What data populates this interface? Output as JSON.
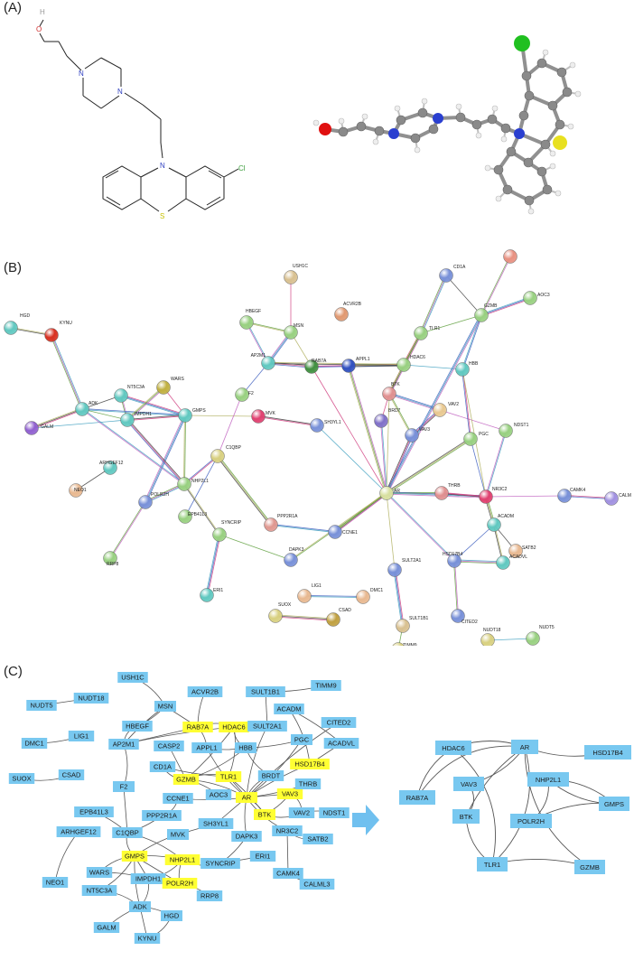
{
  "panels": {
    "a": {
      "label": "(A)",
      "atoms": {
        "hydroxyl_h": "H",
        "oxygen": "O",
        "nitrogen1": "N",
        "nitrogen2": "N",
        "ring_nitrogen": "N",
        "chlorine": "Cl",
        "sulfur": "S"
      },
      "colors": {
        "carbon": "#8a8a8a",
        "hydrogen": "#eeeeee",
        "nitrogen": "#2a3fd0",
        "oxygen": "#e01010",
        "sulfur": "#e8e020",
        "chlorine": "#20c020",
        "ring_n_label": "#3040c0",
        "cl_label": "#40a040",
        "s_label": "#c8c000",
        "o_label": "#d03030"
      }
    },
    "b": {
      "label": "(B)",
      "nodes": [
        {
          "id": "USH1C",
          "label": "USH1C",
          "color": "#d8c090"
        },
        {
          "id": "CASP2",
          "label": "CASP2",
          "color": "#e89080"
        },
        {
          "id": "CD1A",
          "label": "CD1A",
          "color": "#7890d8"
        },
        {
          "id": "HBEGF",
          "label": "HBEGF",
          "color": "#98d080"
        },
        {
          "id": "ACVR2B",
          "label": "ACVR2B",
          "color": "#e09870"
        },
        {
          "id": "MSN",
          "label": "MSN",
          "color": "#98d080"
        },
        {
          "id": "AOC3",
          "label": "AOC3",
          "color": "#98d080"
        },
        {
          "id": "GZMB",
          "label": "GZMB",
          "color": "#98d080"
        },
        {
          "id": "HGD",
          "label": "HGD",
          "color": "#60c8c0"
        },
        {
          "id": "KYNU",
          "label": "KYNU",
          "color": "#d83020"
        },
        {
          "id": "TLR1",
          "label": "TLR1",
          "color": "#98d080"
        },
        {
          "id": "AP2M1",
          "label": "AP2M1",
          "color": "#60c8c0"
        },
        {
          "id": "RAB7A",
          "label": "RAB7A",
          "color": "#409040"
        },
        {
          "id": "APPL1",
          "label": "APPL1",
          "color": "#3050c0"
        },
        {
          "id": "HDAC6",
          "label": "HDAC6",
          "color": "#98d080"
        },
        {
          "id": "HBB",
          "label": "HBB",
          "color": "#60c8c0"
        },
        {
          "id": "NT5C3A",
          "label": "NT5C3A",
          "color": "#60c8c0"
        },
        {
          "id": "WARS",
          "label": "WARS",
          "color": "#c0b040"
        },
        {
          "id": "BTK",
          "label": "BTK",
          "color": "#e09090"
        },
        {
          "id": "ADK",
          "label": "ADK",
          "color": "#60c8c0"
        },
        {
          "id": "F2",
          "label": "F2",
          "color": "#98d080"
        },
        {
          "id": "BRD7",
          "label": "BRD7",
          "color": "#8070c8"
        },
        {
          "id": "VAV2",
          "label": "VAV2",
          "color": "#e8c890"
        },
        {
          "id": "GALM",
          "label": "GALM",
          "color": "#9060d0"
        },
        {
          "id": "IMPDH1",
          "label": "IMPDH1",
          "color": "#60c8c0"
        },
        {
          "id": "GMPS",
          "label": "GMPS",
          "color": "#60c8c0"
        },
        {
          "id": "MVK",
          "label": "MVK",
          "color": "#e04070"
        },
        {
          "id": "SH3YL1",
          "label": "SH3YL1",
          "color": "#7890d8"
        },
        {
          "id": "NDST1",
          "label": "NDST1",
          "color": "#98d080"
        },
        {
          "id": "VAV3",
          "label": "VAV3",
          "color": "#7890d8"
        },
        {
          "id": "PGC",
          "label": "PGC",
          "color": "#98d080"
        },
        {
          "id": "C1QBP",
          "label": "C1QBP",
          "color": "#d8d080"
        },
        {
          "id": "ARHGEF12",
          "label": "ARHGEF12",
          "color": "#60c8c0"
        },
        {
          "id": "NHP2L1",
          "label": "NHP2L1",
          "color": "#98d080"
        },
        {
          "id": "NEO1",
          "label": "NEO1",
          "color": "#e8b890"
        },
        {
          "id": "POLR2H",
          "label": "POLR2H",
          "color": "#7890d8"
        },
        {
          "id": "EPB41L3",
          "label": "EPB41L3",
          "color": "#98d080"
        },
        {
          "id": "PPP2R1A",
          "label": "PPP2R1A",
          "color": "#e09890"
        },
        {
          "id": "AR",
          "label": "AR",
          "color": "#d8e0a0"
        },
        {
          "id": "THRB",
          "label": "THRB",
          "color": "#e09090"
        },
        {
          "id": "NR3C2",
          "label": "NR3C2",
          "color": "#e04070"
        },
        {
          "id": "CAMK4",
          "label": "CAMK4",
          "color": "#7890d8"
        },
        {
          "id": "CALM",
          "label": "CALM",
          "color": "#a090e0"
        },
        {
          "id": "ACADM",
          "label": "ACADM",
          "color": "#60c8c0"
        },
        {
          "id": "SATB2",
          "label": "SATB2",
          "color": "#e8b890"
        },
        {
          "id": "SYNCRIP",
          "label": "SYNCRIP",
          "color": "#98d080"
        },
        {
          "id": "CCNE1",
          "label": "CCNE1",
          "color": "#7890d8"
        },
        {
          "id": "DAPK3",
          "label": "DAPK3",
          "color": "#7890d8"
        },
        {
          "id": "RRP8",
          "label": "RRP8",
          "color": "#98d080"
        },
        {
          "id": "HSD17B4",
          "label": "HSD17B4",
          "color": "#7890d8"
        },
        {
          "id": "ACADVL",
          "label": "ACADVL",
          "color": "#60c8c0"
        },
        {
          "id": "SULT2A1",
          "label": "SULT2A1",
          "color": "#7890d8"
        },
        {
          "id": "LIG1",
          "label": "LIG1",
          "color": "#e8b890"
        },
        {
          "id": "DMC1",
          "label": "DMC1",
          "color": "#e8b890"
        },
        {
          "id": "ERI1",
          "label": "ERI1",
          "color": "#60c8c0"
        },
        {
          "id": "SULT1B1",
          "label": "SULT1B1",
          "color": "#d8c090"
        },
        {
          "id": "CITED2",
          "label": "CITED2",
          "color": "#7890d8"
        },
        {
          "id": "SUOX",
          "label": "SUOX",
          "color": "#d8d080"
        },
        {
          "id": "CSAD",
          "label": "CSAD",
          "color": "#c0a040"
        },
        {
          "id": "NUDT18",
          "label": "NUDT18",
          "color": "#d8d080"
        },
        {
          "id": "NUDT5",
          "label": "NUDT5",
          "color": "#98d080"
        },
        {
          "id": "TIMM9",
          "label": "TIMM9",
          "color": "#d8d080"
        }
      ]
    },
    "c": {
      "label": "(C)",
      "colors": {
        "node": "#78c8f0",
        "hub": "#ffff33",
        "edge": "#555555",
        "arrow": "#70c0ef"
      },
      "nodes": [
        {
          "id": "USH1C",
          "label": "USH1C",
          "hub": false
        },
        {
          "id": "ACVR2B",
          "label": "ACVR2B",
          "hub": false
        },
        {
          "id": "SULT1B1",
          "label": "SULT1B1",
          "hub": false
        },
        {
          "id": "TIMM9",
          "label": "TIMM9",
          "hub": false
        },
        {
          "id": "NUDT5",
          "label": "NUDT5",
          "hub": false
        },
        {
          "id": "NUDT18",
          "label": "NUDT18",
          "hub": false
        },
        {
          "id": "MSN",
          "label": "MSN",
          "hub": false
        },
        {
          "id": "HBEGF",
          "label": "HBEGF",
          "hub": false
        },
        {
          "id": "RAB7A",
          "label": "RAB7A",
          "hub": true
        },
        {
          "id": "HDAC6",
          "label": "HDAC6",
          "hub": true
        },
        {
          "id": "SULT2A1",
          "label": "SULT2A1",
          "hub": false
        },
        {
          "id": "ACADM",
          "label": "ACADM",
          "hub": false
        },
        {
          "id": "CITED2",
          "label": "CITED2",
          "hub": false
        },
        {
          "id": "DMC1",
          "label": "DMC1",
          "hub": false
        },
        {
          "id": "LIG1",
          "label": "LIG1",
          "hub": false
        },
        {
          "id": "AP2M1",
          "label": "AP2M1",
          "hub": false
        },
        {
          "id": "CASP2",
          "label": "CASP2",
          "hub": false
        },
        {
          "id": "APPL1",
          "label": "APPL1",
          "hub": false
        },
        {
          "id": "HBB",
          "label": "HBB",
          "hub": false
        },
        {
          "id": "PGC",
          "label": "PGC",
          "hub": false
        },
        {
          "id": "ACADVL",
          "label": "ACADVL",
          "hub": false
        },
        {
          "id": "CD1A",
          "label": "CD1A",
          "hub": false
        },
        {
          "id": "HSD17B4",
          "label": "HSD17B4",
          "hub": true
        },
        {
          "id": "SUOX",
          "label": "SUOX",
          "hub": false
        },
        {
          "id": "CSAD",
          "label": "CSAD",
          "hub": false
        },
        {
          "id": "GZMB",
          "label": "GZMB",
          "hub": true
        },
        {
          "id": "TLR1",
          "label": "TLR1",
          "hub": true
        },
        {
          "id": "BRDT",
          "label": "BRDT",
          "hub": false
        },
        {
          "id": "F2",
          "label": "F2",
          "hub": false
        },
        {
          "id": "AR",
          "label": "AR",
          "hub": true
        },
        {
          "id": "VAV3",
          "label": "VAV3",
          "hub": true
        },
        {
          "id": "THRB",
          "label": "THRB",
          "hub": false
        },
        {
          "id": "CCNE1",
          "label": "CCNE1",
          "hub": false
        },
        {
          "id": "AOC3",
          "label": "AOC3",
          "hub": false
        },
        {
          "id": "BTK",
          "label": "BTK",
          "hub": true
        },
        {
          "id": "EPB41L3",
          "label": "EPB41L3",
          "hub": false
        },
        {
          "id": "PPP2R1A",
          "label": "PPP2R1A",
          "hub": false
        },
        {
          "id": "VAV2",
          "label": "VAV2",
          "hub": false
        },
        {
          "id": "NDST1",
          "label": "NDST1",
          "hub": false
        },
        {
          "id": "ARHGEF12",
          "label": "ARHGEF12",
          "hub": false
        },
        {
          "id": "C1QBP",
          "label": "C1QBP",
          "hub": false
        },
        {
          "id": "SH3YL1",
          "label": "SH3YL1",
          "hub": false
        },
        {
          "id": "NR3C2",
          "label": "NR3C2",
          "hub": false
        },
        {
          "id": "MVK",
          "label": "MVK",
          "hub": false
        },
        {
          "id": "DAPK3",
          "label": "DAPK3",
          "hub": false
        },
        {
          "id": "GMPS",
          "label": "GMPS",
          "hub": true
        },
        {
          "id": "NHP2L1",
          "label": "NHP2L1",
          "hub": true
        },
        {
          "id": "SATB2",
          "label": "SATB2",
          "hub": false
        },
        {
          "id": "ERI1",
          "label": "ERI1",
          "hub": false
        },
        {
          "id": "SYNCRIP",
          "label": "SYNCRIP",
          "hub": false
        },
        {
          "id": "WARS",
          "label": "WARS",
          "hub": false
        },
        {
          "id": "IMPDH1",
          "label": "IMPDH1",
          "hub": false
        },
        {
          "id": "CAMK4",
          "label": "CAMK4",
          "hub": false
        },
        {
          "id": "NEO1",
          "label": "NEO1",
          "hub": false
        },
        {
          "id": "POLR2H",
          "label": "POLR2H",
          "hub": true
        },
        {
          "id": "NT5C3A",
          "label": "NT5C3A",
          "hub": false
        },
        {
          "id": "CALML3",
          "label": "CALML3",
          "hub": false
        },
        {
          "id": "ADK",
          "label": "ADK",
          "hub": false
        },
        {
          "id": "RRP8",
          "label": "RRP8",
          "hub": false
        },
        {
          "id": "HGD",
          "label": "HGD",
          "hub": false
        },
        {
          "id": "GALM",
          "label": "GALM",
          "hub": false
        },
        {
          "id": "KYNU",
          "label": "KYNU",
          "hub": false
        }
      ],
      "hub_nodes": [
        {
          "id": "h_HDAC6",
          "label": "HDAC6"
        },
        {
          "id": "h_AR",
          "label": "AR"
        },
        {
          "id": "h_HSD17B4",
          "label": "HSD17B4"
        },
        {
          "id": "h_NHP2L1",
          "label": "NHP2L1"
        },
        {
          "id": "h_VAV3",
          "label": "VAV3"
        },
        {
          "id": "h_RAB7A",
          "label": "RAB7A"
        },
        {
          "id": "h_GMPS",
          "label": "GMPS"
        },
        {
          "id": "h_BTK",
          "label": "BTK"
        },
        {
          "id": "h_POLR2H",
          "label": "POLR2H"
        },
        {
          "id": "h_GZMB",
          "label": "GZMB"
        },
        {
          "id": "h_TLR1",
          "label": "TLR1"
        }
      ]
    }
  }
}
